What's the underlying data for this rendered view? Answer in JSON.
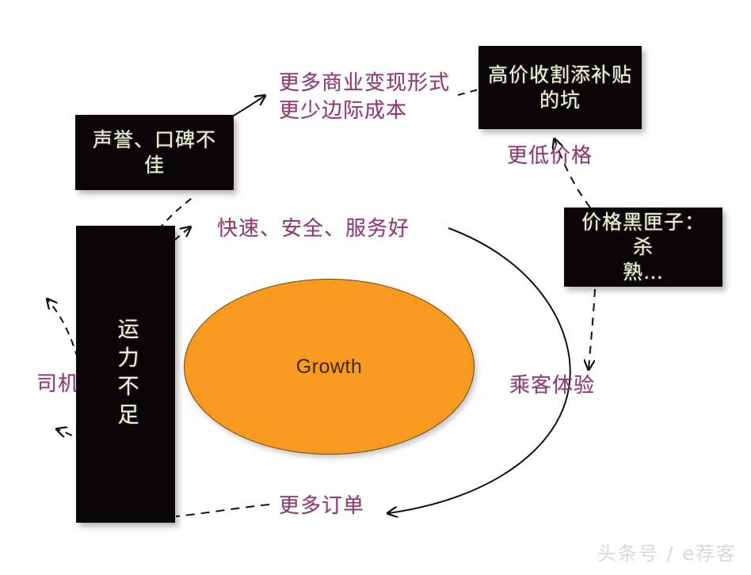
{
  "diagram": {
    "title": "Growth loop diagram",
    "center_node": {
      "label": "Growth",
      "fill": "#F79A1F",
      "text_color": "#3d2a0a"
    },
    "boxes": [
      {
        "id": "reputation",
        "label": "声誉、口碑不佳",
        "fill": "#0a0608",
        "text_color": "#e9f3d8"
      },
      {
        "id": "capacity",
        "label": "运力不足",
        "fill": "#0a0608",
        "text_color": "#e9f3d8"
      },
      {
        "id": "subsidy-pit",
        "label": "高价收割添补贴\n的坑",
        "fill": "#0a0608",
        "text_color": "#e9f3d8"
      },
      {
        "id": "price-black-box",
        "label": "价格黑匣子：杀\n熟…",
        "fill": "#0a0608",
        "text_color": "#e9f3d8"
      }
    ],
    "edge_labels": [
      {
        "id": "monetization",
        "label": "更多商业变现形式\n更少边际成本",
        "color": "#8d3f72"
      },
      {
        "id": "lower-price",
        "label": "更低价格",
        "color": "#8d3f72"
      },
      {
        "id": "fast-safe-service",
        "label": "快速、安全、服务好",
        "color": "#8d3f72"
      },
      {
        "id": "driver",
        "label": "司机",
        "color": "#8d3f72"
      },
      {
        "id": "passenger-experience",
        "label": "乘客体验",
        "color": "#8d3f72"
      },
      {
        "id": "more-orders",
        "label": "更多订单",
        "color": "#8d3f72"
      }
    ],
    "watermark": "头条号 / e荐客"
  }
}
